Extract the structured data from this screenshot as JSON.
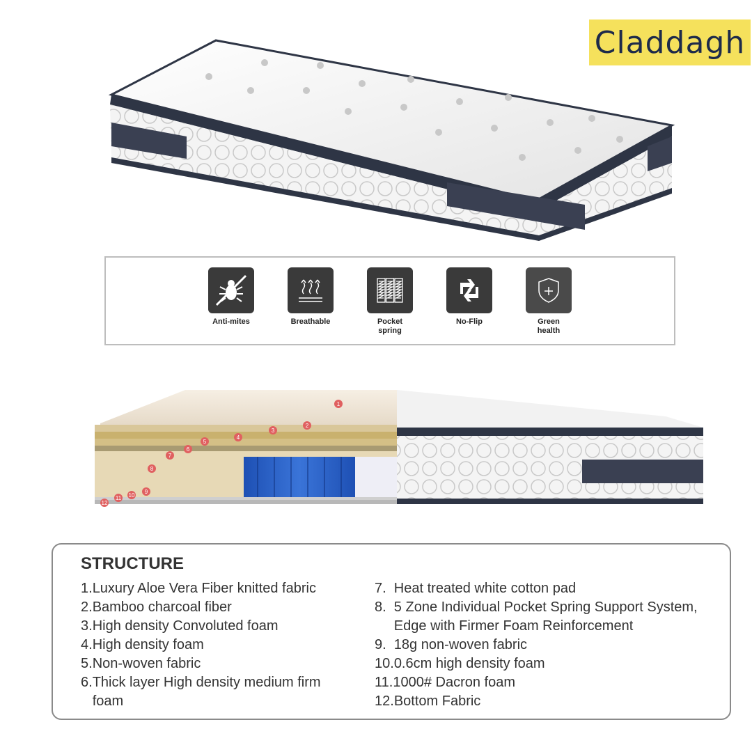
{
  "brand": {
    "name": "Claddagh",
    "bg_color": "#f5e15c",
    "text_color": "#1d2a4a"
  },
  "features": [
    {
      "icon": "bug-crossed-icon",
      "label": "Anti-mites"
    },
    {
      "icon": "breathable-icon",
      "label": "Breathable"
    },
    {
      "icon": "pocket-spring-icon",
      "label": "Pocket spring"
    },
    {
      "icon": "no-flip-icon",
      "label": "No-Flip"
    },
    {
      "icon": "shield-plus-icon",
      "label": "Green health"
    }
  ],
  "layer_markers": [
    "1",
    "2",
    "3",
    "4",
    "5",
    "6",
    "7",
    "8",
    "9",
    "10",
    "11",
    "12"
  ],
  "structure": {
    "title": "STRUCTURE",
    "left": [
      {
        "num": "1.",
        "text": "Luxury Aloe Vera Fiber knitted fabric"
      },
      {
        "num": "2.",
        "text": "Bamboo charcoal fiber"
      },
      {
        "num": "3.",
        "text": "High density Convoluted foam"
      },
      {
        "num": "4.",
        "text": "High density foam"
      },
      {
        "num": "5.",
        "text": "Non-woven fabric"
      },
      {
        "num": "6.",
        "text": "Thick layer High density medium firm foam"
      }
    ],
    "right": [
      {
        "num": "7.  ",
        "text": "Heat treated white cotton pad"
      },
      {
        "num": "8.  ",
        "text": "5 Zone Individual Pocket Spring Support System, Edge with Firmer Foam Reinforcement"
      },
      {
        "num": "9.  ",
        "text": "18g non-woven fabric"
      },
      {
        "num": "10.",
        "text": "0.6cm high density foam"
      },
      {
        "num": "11.",
        "text": "1000# Dacron foam"
      },
      {
        "num": "12.",
        "text": "Bottom Fabric"
      }
    ]
  }
}
